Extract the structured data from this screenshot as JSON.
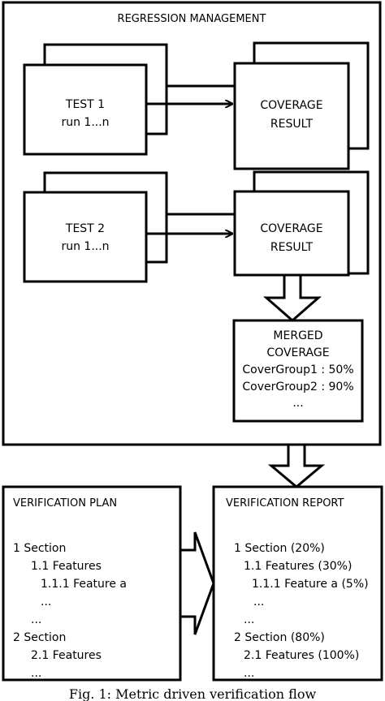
{
  "regression": {
    "title": "REGRESSION MANAGEMENT",
    "test1": {
      "line1": "TEST 1",
      "line2": "run 1...n"
    },
    "test2": {
      "line1": "TEST 2",
      "line2": "run 1...n"
    },
    "coverage1": {
      "line1": "COVERAGE",
      "line2": "RESULT"
    },
    "coverage2": {
      "line1": "COVERAGE",
      "line2": "RESULT"
    },
    "merged": {
      "line1": "MERGED",
      "line2": "COVERAGE",
      "items": [
        "CoverGroup1 : 50%",
        "CoverGroup2 : 90%",
        "..."
      ]
    }
  },
  "plan": {
    "title": "VERIFICATION PLAN",
    "lines": [
      "1 Section",
      "1.1 Features",
      "1.1.1 Feature a",
      "...",
      "...",
      "2 Section",
      "2.1 Features",
      "..."
    ]
  },
  "report": {
    "title": "VERIFICATION REPORT",
    "lines": [
      "1 Section (20%)",
      "1.1 Features (30%)",
      "1.1.1 Feature a (5%)",
      "...",
      "...",
      "2 Section (80%)",
      "2.1 Features (100%)",
      "..."
    ]
  },
  "caption": "Fig. 1: Metric driven verification flow"
}
